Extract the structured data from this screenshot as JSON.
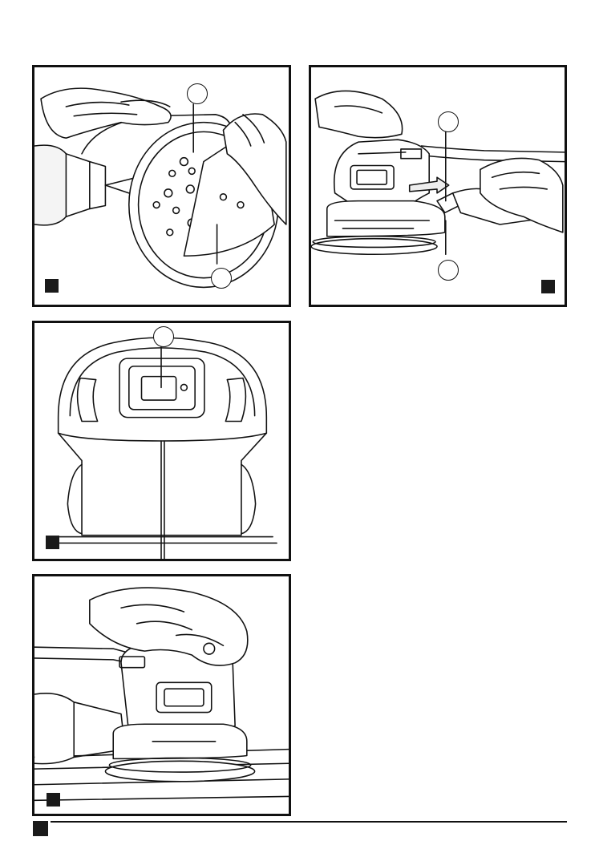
{
  "figures": [
    {
      "id": "A",
      "subject": "sanding-disc-attach",
      "callouts": [
        {
          "label": ""
        },
        {
          "label": ""
        }
      ],
      "marker": ""
    },
    {
      "id": "B",
      "subject": "dust-bag-attach",
      "callouts": [
        {
          "label": ""
        },
        {
          "label": ""
        }
      ],
      "marker": ""
    },
    {
      "id": "C",
      "subject": "power-switch",
      "callouts": [
        {
          "label": ""
        }
      ],
      "marker": ""
    },
    {
      "id": "D",
      "subject": "sanding-operation",
      "callouts": [],
      "marker": ""
    }
  ],
  "footer": {
    "page_marker": ""
  }
}
